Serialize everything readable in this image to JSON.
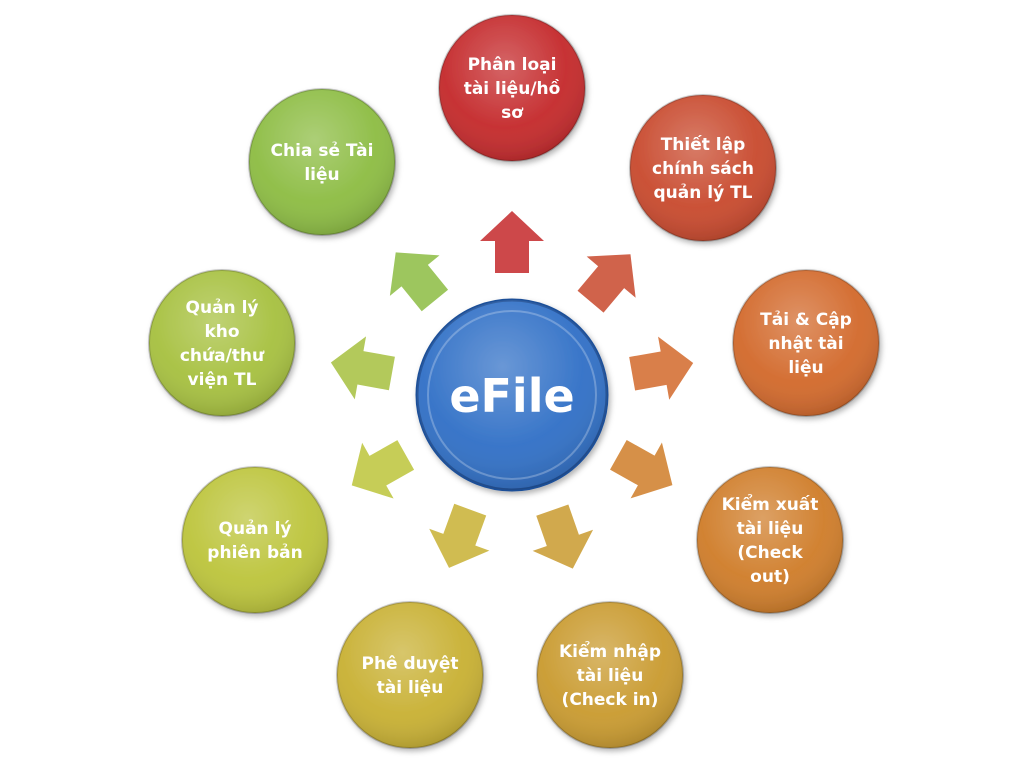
{
  "center": {
    "label": "eFile",
    "color": "#2f6fc6"
  },
  "nodes": [
    {
      "lines": [
        "Phân loại",
        "tài liệu/hồ",
        "sơ"
      ],
      "color": "#c4282a"
    },
    {
      "lines": [
        "Thiết lập",
        "chính sách",
        "quản lý TL"
      ],
      "color": "#c8482c"
    },
    {
      "lines": [
        "Tải & Cập",
        "nhật tài",
        "liệu"
      ],
      "color": "#d2682a"
    },
    {
      "lines": [
        "Kiểm xuất",
        "tài liệu",
        "(Check",
        "out)"
      ],
      "color": "#cf7c28"
    },
    {
      "lines": [
        "Kiểm nhập",
        "tài liệu",
        "(Check in)"
      ],
      "color": "#c99a2e"
    },
    {
      "lines": [
        "Phê duyệt",
        "tài liệu"
      ],
      "color": "#c8b032"
    },
    {
      "lines": [
        "Quản lý",
        "phiên bản"
      ],
      "color": "#bcc43a"
    },
    {
      "lines": [
        "Quản lý",
        "kho",
        "chứa/thư",
        "viện TL"
      ],
      "color": "#a6c03e"
    },
    {
      "lines": [
        "Chia sẻ Tài",
        "liệu"
      ],
      "color": "#8cbc42"
    }
  ]
}
